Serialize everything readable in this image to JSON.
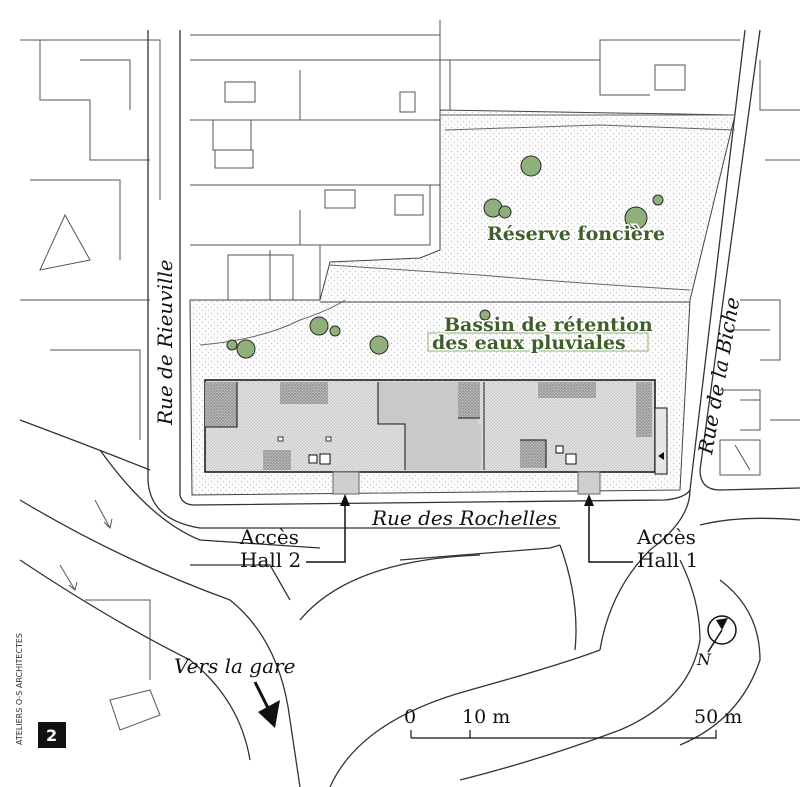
{
  "labels": {
    "reserve": "Réserve foncière",
    "bassin_line1": "Bassin de rétention",
    "bassin_line2": "des eaux pluviales",
    "rue_rieuville": "Rue de Rieuville",
    "rue_biche": "Rue de la Biche",
    "rue_rochelles": "Rue des Rochelles",
    "acces_hall2_line1": "Accès",
    "acces_hall2_line2": "Hall 2",
    "acces_hall1_line1": "Accès",
    "acces_hall1_line2": "Hall 1",
    "vers_gare": "Vers la gare"
  },
  "scale_bar": {
    "tick_0": "0",
    "tick_10": "10 m",
    "tick_50": "50 m"
  },
  "north_label": "N",
  "figure_number": "2",
  "credit": "ATELIERS O-S ARCHITECTES",
  "colors": {
    "tree_fill": "#8fb07a",
    "building_fill": "#d8d8d8",
    "label_green": "#3f5f2a"
  }
}
